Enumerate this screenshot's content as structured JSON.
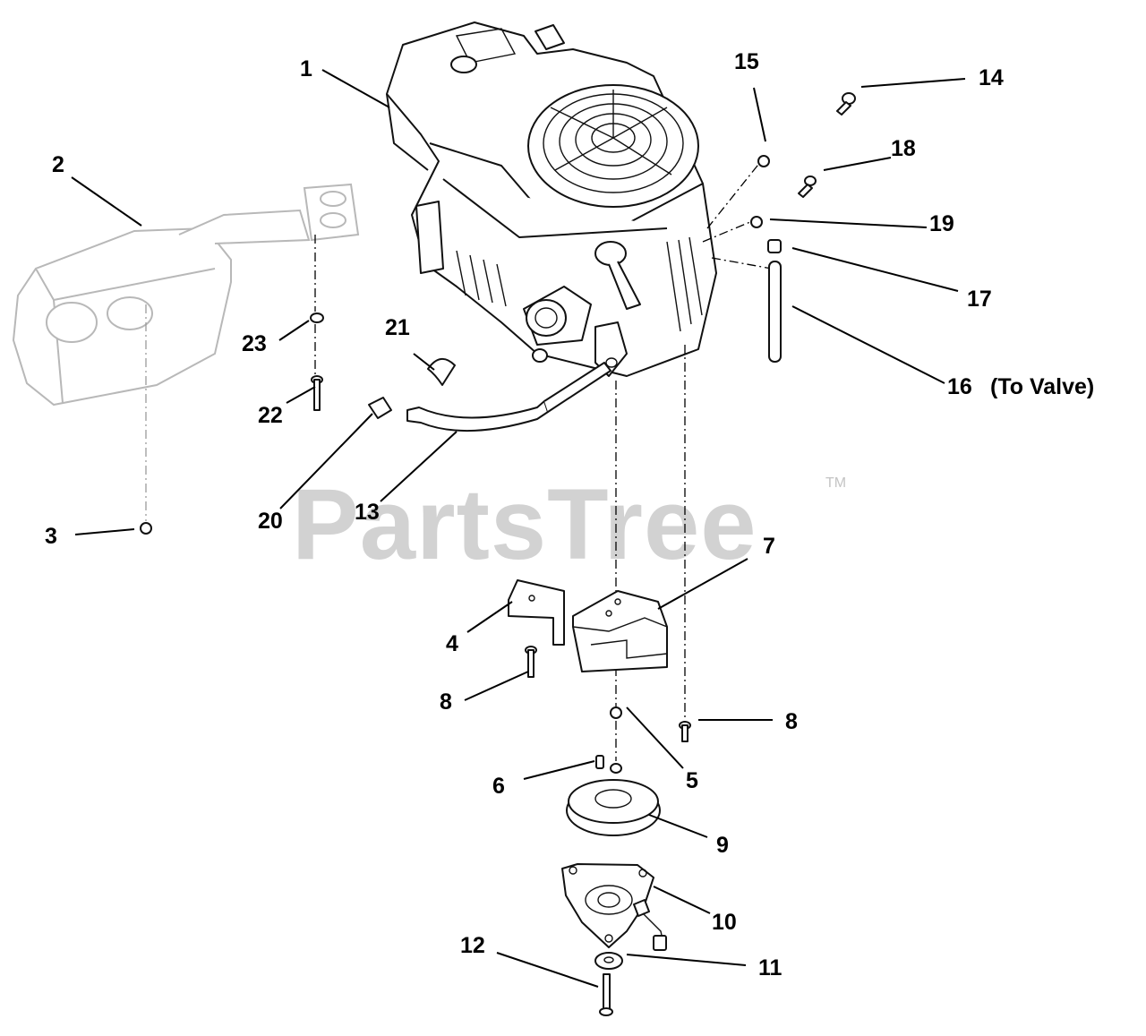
{
  "watermark": {
    "text": "PartsTree",
    "trademark": "TM"
  },
  "callouts": {
    "c1": "1",
    "c2": "2",
    "c3": "3",
    "c4": "4",
    "c5": "5",
    "c6": "6",
    "c7": "7",
    "c8a": "8",
    "c8b": "8",
    "c9": "9",
    "c10": "10",
    "c11": "11",
    "c12": "12",
    "c13": "13",
    "c14": "14",
    "c15": "15",
    "c16": "16",
    "c17": "17",
    "c18": "18",
    "c19": "19",
    "c20": "20",
    "c21": "21",
    "c22": "22",
    "c23": "23"
  },
  "notes": {
    "to_valve": "(To Valve)"
  },
  "colors": {
    "line": "#000000",
    "watermark": "#d2d2d2",
    "muffler": "#b8b8b8",
    "background": "#ffffff"
  }
}
